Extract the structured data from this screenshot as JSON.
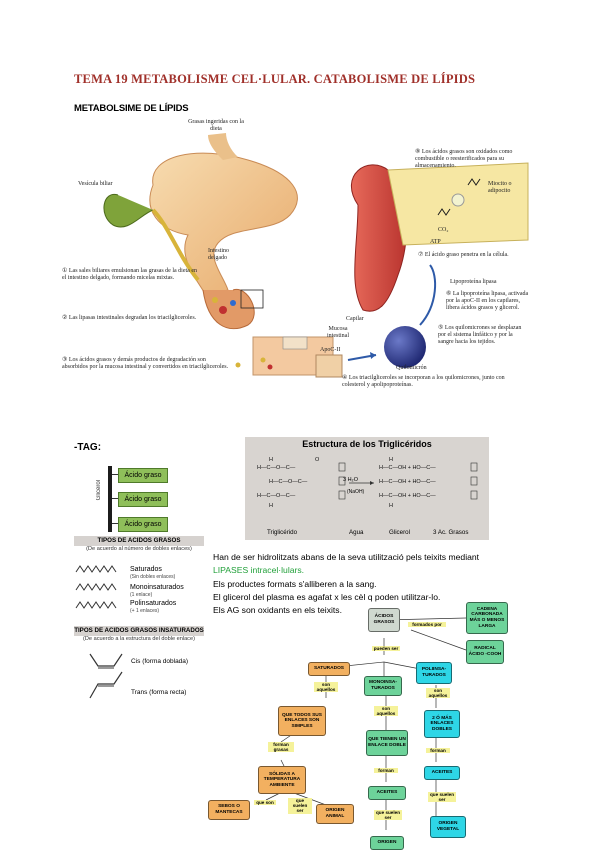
{
  "header": {
    "title": "TEMA 19 METABOLISME CEL·LULAR. CATABOLISME DE LÍPIDS",
    "subtitle": "METABOLSIME DE LÍPIDS"
  },
  "digestion_figure": {
    "labels": {
      "top": "Grasas ingeridas con la dieta",
      "bile": "Vesícula biliar",
      "intestine": "Intestino delgado",
      "step1": "① Las sales biliares emulsionan las grasas de la dieta en el intestino delgado, formando micelas mixtas.",
      "step2": "② Las lipasas intestinales degradan los triacilgliceroles.",
      "step3": "③ Los ácidos grasos y demás productos de degradación son absorbidos por la mucosa intestinal y convertidos en triacilgliceroles.",
      "step4": "④ Los triacilgliceroles se incorporan a los quilomicrones, junto con colesterol y apolipoproteínas.",
      "step5": "⑤ Los quilomicrones se desplazan por el sistema linfático y por la sangre hacia los tejidos.",
      "step6": "⑥ La lipoproteína lipasa, activada por la apoC-II en los capilares, libera ácidos grasos y glicerol.",
      "step7": "⑦ El ácido graso penetra en la célula.",
      "step8": "⑧ Los ácidos grasos son oxidados como combustible o reesterificados para su almacenamiento.",
      "myocyte": "Miocito o adipocito",
      "co2": "CO₂",
      "atp": "ATP",
      "lpl": "Lipoproteína lipasa",
      "capillary": "Capilar",
      "mucosa": "Mucosa intestinal",
      "apoc": "ApoC-II",
      "chylo": "Quilomicrón"
    }
  },
  "tag_section": {
    "label": "-TAG:",
    "glycerol": "Glicerol",
    "fatty_acids": [
      "Ácido graso",
      "Ácido graso",
      "Ácido graso"
    ],
    "types_title": "TIPOS DE ACIDOS GRASOS",
    "types_sub": "(De acuerdo al número de dobles enlaces)",
    "types": [
      {
        "name": "Saturados",
        "note": "(Sin dobles enlaces)"
      },
      {
        "name": "Monoinsaturados",
        "note": "(1 enlace)"
      },
      {
        "name": "Polinsaturados",
        "note": "(+ 1 enlaces)"
      }
    ],
    "unsat_title": "TIPOS DE ACIDOS GRASOS INSATURADOS",
    "unsat_sub": "(De acuerdo a la estructura del doble enlace)",
    "cis": "Cis (forma doblada)",
    "trans": "Trans (forma recta)"
  },
  "triglyceride_figure": {
    "title": "Estructura de los Triglicéridos",
    "arrow": "3 H₂O",
    "naoh": "(NaOH)",
    "captions": [
      "Triglicérido",
      "Agua",
      "Glicerol",
      "3 Ac. Grasos"
    ]
  },
  "paragraph": {
    "line1": "Han de ser hidrolitzats abans de la seva utilització pels teixits mediant",
    "line2": "LIPASES intracel·lulars.",
    "line3": "Els productes formats s'alliberen a la sang.",
    "line4": "El glicerol del plasma es agafat x les cèl q poden utilitzar-lo.",
    "line5": "Els AG son oxidants en els teixits."
  },
  "concept_map": {
    "nodes": {
      "acidos": "ÁCIDOS GRASOS",
      "formados": "formados por",
      "cadena": "CADENA CARBONADA MÁS O MENOS LARGA",
      "radical": "RADICAL ÁCIDO -COOH",
      "pueden": "pueden ser",
      "saturados": "SATURADOS",
      "mono": "MONOINSA-TURADOS",
      "poli": "POLIINSA-TURADOS",
      "son_aquellos1": "son aquellos",
      "son_aquellos2": "son aquellos",
      "son_aquellos3": "son aquellos",
      "todos_simples": "QUE TODOS SUS ENLACES SON SIMPLES",
      "un_doble": "QUE TIENEN UN ENLACE DOBLE",
      "dos_mas": "2 Ó MÁS ENLACES DOBLES",
      "forman_grasas": "forman grasas",
      "forman1": "forman",
      "forman2": "forman",
      "solidas": "SÓLIDAS A TEMPERATURA AMBIENTE",
      "aceites1": "ACEITES",
      "aceites2": "ACEITES",
      "que_son": "que son",
      "que_suelen": "que suelen ser",
      "que_suelen2": "que suelen ser",
      "que_suelen3": "que suelen ser",
      "sebos": "SEBOS O MANTECAS",
      "animal": "ORIGEN ANIMAL",
      "vegetal1": "ORIGEN VEGETAL",
      "vegetal2": "ORIGEN"
    }
  }
}
